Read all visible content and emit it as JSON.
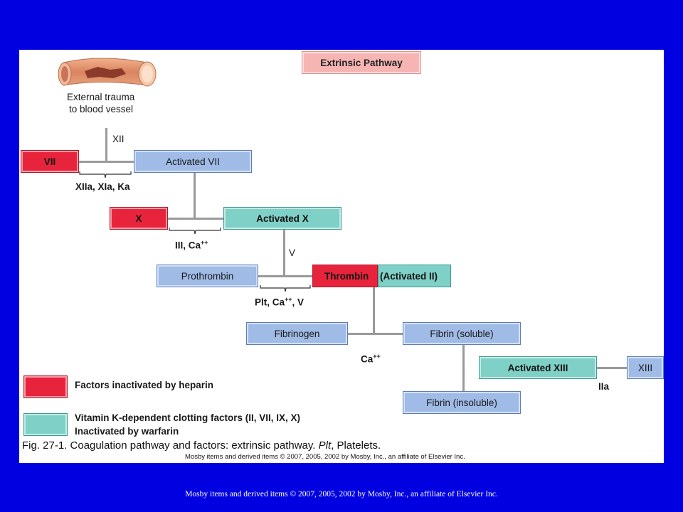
{
  "title": "Extrinsic Pathway",
  "trauma_label_line1": "External trauma",
  "trauma_label_line2": "to blood vessel",
  "labels": {
    "xii": "XII",
    "xiia_xia_ka": "XIIa, XIa, Ka",
    "iii_ca": "III, Ca",
    "iii_ca_sup": "++",
    "v": "V",
    "plt_ca_v_pre": "Plt, Ca",
    "plt_ca_v_sup": "++",
    "plt_ca_v_post": ", V",
    "ca": "Ca",
    "ca_sup": "++",
    "iia": "IIa"
  },
  "boxes": {
    "vii": "VII",
    "activated_vii": "Activated VII",
    "x": "X",
    "activated_x": "Activated X",
    "prothrombin": "Prothrombin",
    "thrombin": "Thrombin",
    "activated_ii": "(Activated II)",
    "fibrinogen": "Fibrinogen",
    "fibrin_soluble": "Fibrin (soluble)",
    "activated_xiii": "Activated XIII",
    "xiii": "XIII",
    "fibrin_insoluble": "Fibrin (insoluble)"
  },
  "legend": {
    "red_label": "Factors inactivated by heparin",
    "teal_label_line1": "Vitamin K-dependent clotting factors (II, VII, IX, X)",
    "teal_label_line2": "Inactivated by warfarin"
  },
  "caption_main": "Fig. 27-1. Coagulation pathway and factors: extrinsic pathway. ",
  "caption_italic": "Plt",
  "caption_tail": ", Platelets.",
  "copyright_inner": "Mosby items and derived items © 2007, 2005, 2002 by Mosby, Inc., an affiliate of Elsevier Inc.",
  "footer": "Mosby items and derived items © 2007, 2005, 2002 by Mosby, Inc., an affiliate of Elsevier Inc.",
  "colors": {
    "background": "#0000e0",
    "heparin_red": "#e8243c",
    "warfarin_teal": "#7fd0c6",
    "factor_blue": "#9fbbe6",
    "title_pink": "#f6b5b3"
  }
}
